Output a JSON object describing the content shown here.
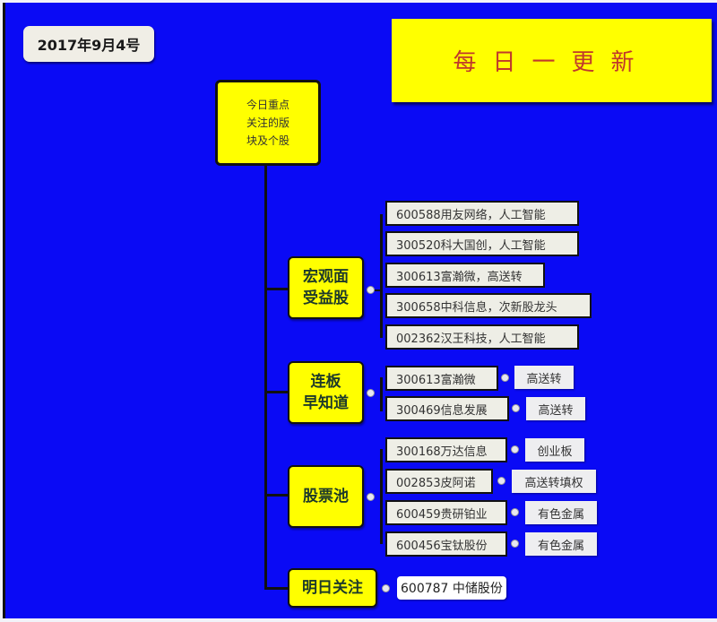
{
  "date_label": "2017年9月4号",
  "banner": {
    "text": "每日一更新",
    "text_color": "#c0392b",
    "bg_color": "#ffff00"
  },
  "root": {
    "lines": [
      "今日重点",
      "关注的版",
      "块及个股"
    ]
  },
  "colors": {
    "background": "#0a0af5",
    "node": "#ffff00",
    "leaf": "#eeeee6",
    "connector": "#111111"
  },
  "categories": [
    {
      "lines": [
        "宏观面",
        "受益股"
      ],
      "items": [
        {
          "text": "600588用友网络，人工智能"
        },
        {
          "text": "300520科大国创，人工智能"
        },
        {
          "text": "300613富瀚微，高送转"
        },
        {
          "text": "300658中科信息，次新股龙头"
        },
        {
          "text": "002362汉王科技，人工智能"
        }
      ]
    },
    {
      "lines": [
        "连板",
        "早知道"
      ],
      "items": [
        {
          "text": "300613富瀚微",
          "tag": "高送转"
        },
        {
          "text": "300469信息发展",
          "tag": "高送转"
        }
      ]
    },
    {
      "lines": [
        "股票池"
      ],
      "items": [
        {
          "text": "300168万达信息",
          "tag": "创业板"
        },
        {
          "text": "002853皮阿诺",
          "tag": "高送转填权"
        },
        {
          "text": "600459贵研铂业",
          "tag": "有色金属"
        },
        {
          "text": "600456宝钛股份",
          "tag": "有色金属"
        }
      ]
    },
    {
      "lines": [
        "明日关注"
      ],
      "items": [
        {
          "text": "600787 中储股份"
        }
      ]
    }
  ]
}
